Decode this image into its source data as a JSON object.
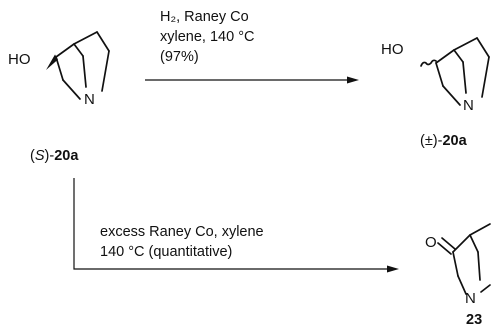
{
  "reaction_1": {
    "conditions": [
      "H₂, Raney Co",
      "xylene, 140 °C",
      "(97%)"
    ]
  },
  "reaction_2": {
    "conditions": [
      "excess Raney Co, xylene",
      "140 °C (quantitative)"
    ]
  },
  "compounds": {
    "starting_material": {
      "label_prefix": "(",
      "label_stereo": "S",
      "label_mid": ")-",
      "label_number": "20a",
      "atom_oh": "HO",
      "atom_n": "N"
    },
    "product_racemic": {
      "label_prefix": "(±)-",
      "label_number": "20a",
      "atom_oh": "HO",
      "atom_n": "N"
    },
    "product_ketone": {
      "label_number": "23",
      "atom_o": "O",
      "atom_n": "N"
    }
  }
}
